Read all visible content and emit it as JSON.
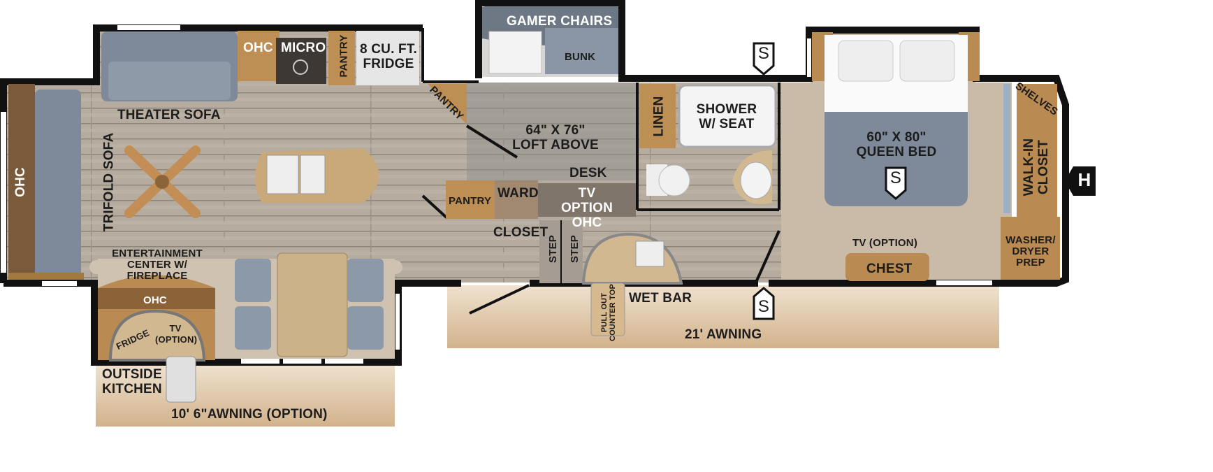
{
  "labels": {
    "theater_sofa": "THEATER SOFA",
    "trifold_sofa": "TRIFOLD SOFA",
    "ohc_left": "OHC",
    "ohc_kitchen": "OHC",
    "micro": "MICRO",
    "pantry_kitchen": "PANTRY",
    "fridge": "8 CU. FT. FRIDGE",
    "pantry_diag": "PANTRY",
    "gamer_chairs": "GAMER CHAIRS",
    "bunk": "BUNK",
    "loft": "64\" X 76\" LOFT ABOVE",
    "desk": "DESK",
    "tv_option_ohc": "TV OPTION OHC",
    "pantry_hall": "PANTRY",
    "ward": "WARD",
    "closet": "CLOSET",
    "step1": "STEP",
    "step2": "STEP",
    "linen": "LINEN",
    "shower": "SHOWER W/ SEAT",
    "queen_bed": "60\" X 80\" QUEEN BED",
    "shelves": "SHELVES",
    "walk_in_closet": "WALK-IN CLOSET",
    "washer_dryer": "WASHER/ DRYER PREP",
    "tv_option_bedroom": "TV (OPTION)",
    "chest": "CHEST",
    "entertainment_center": "ENTERTAINMENT CENTER W/ FIREPLACE",
    "ohc_outside": "OHC",
    "outside_fridge": "FRIDGE",
    "outside_tv": "TV (OPTION)",
    "outside_kitchen": "OUTSIDE KITCHEN",
    "awning_small": "10' 6\"AWNING (OPTION)",
    "pull_out_counter": "PULL OUT COUNTER TOP",
    "wet_bar": "WET BAR",
    "awning_main": "21' AWNING"
  },
  "markers": {
    "stabilizer": "S",
    "hitch": "H"
  },
  "colors": {
    "wall": "#111111",
    "floor_wood": "#b3aa9e",
    "floor_bedroom": "#c8baa6",
    "cabinet": "#b98a52",
    "upholstery": "#8c99a8",
    "awning": "#dcc3a3"
  }
}
